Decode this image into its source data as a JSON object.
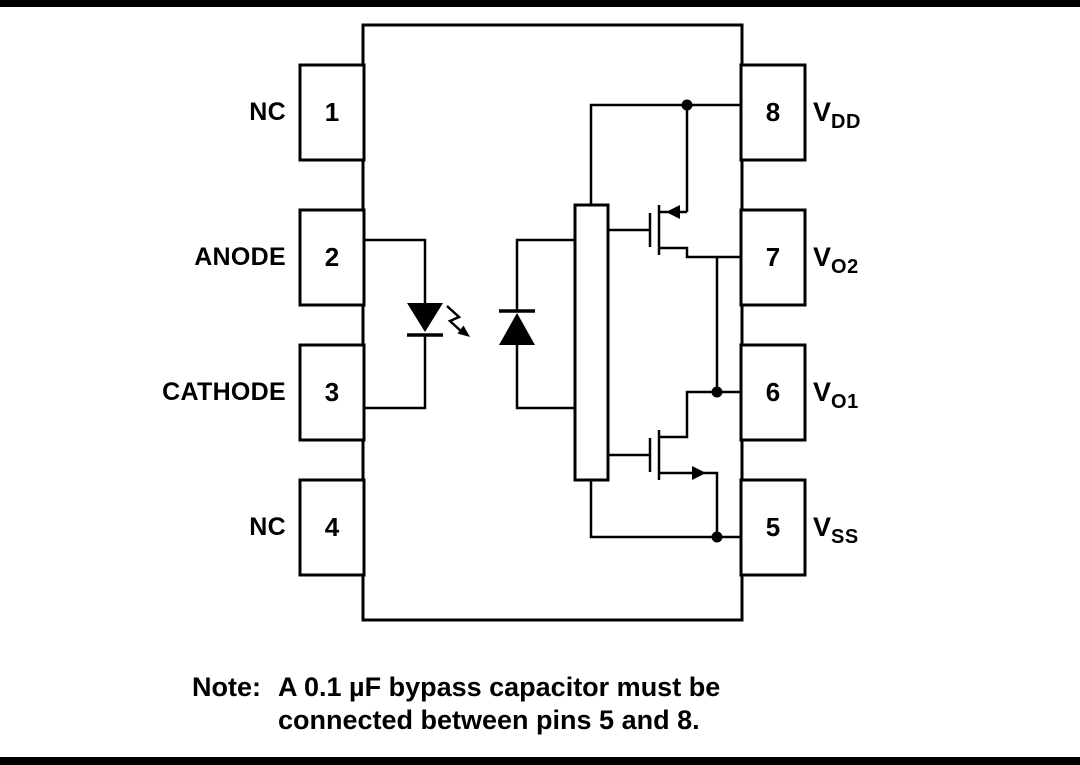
{
  "note": {
    "label": "Note:",
    "line1": "A 0.1 µF bypass capacitor must be",
    "line2": "connected between pins 5 and 8."
  },
  "package": {
    "left_pins": [
      {
        "number": "1",
        "label": "NC"
      },
      {
        "number": "2",
        "label": "ANODE"
      },
      {
        "number": "3",
        "label": "CATHODE"
      },
      {
        "number": "4",
        "label": "NC"
      }
    ],
    "right_pins": [
      {
        "number": "8",
        "label_main": "V",
        "label_sub": "DD"
      },
      {
        "number": "7",
        "label_main": "V",
        "label_sub": "O2"
      },
      {
        "number": "6",
        "label_main": "V",
        "label_sub": "O1"
      },
      {
        "number": "5",
        "label_main": "V",
        "label_sub": "SS"
      }
    ]
  },
  "components": [
    "ic-body",
    "led-emitter",
    "light-arrow",
    "photodiode",
    "receiver-block",
    "pmos-output-transistor",
    "nmos-output-transistor"
  ],
  "colors": {
    "line": "#000000",
    "background": "#ffffff",
    "junction_dot": "#000000"
  }
}
